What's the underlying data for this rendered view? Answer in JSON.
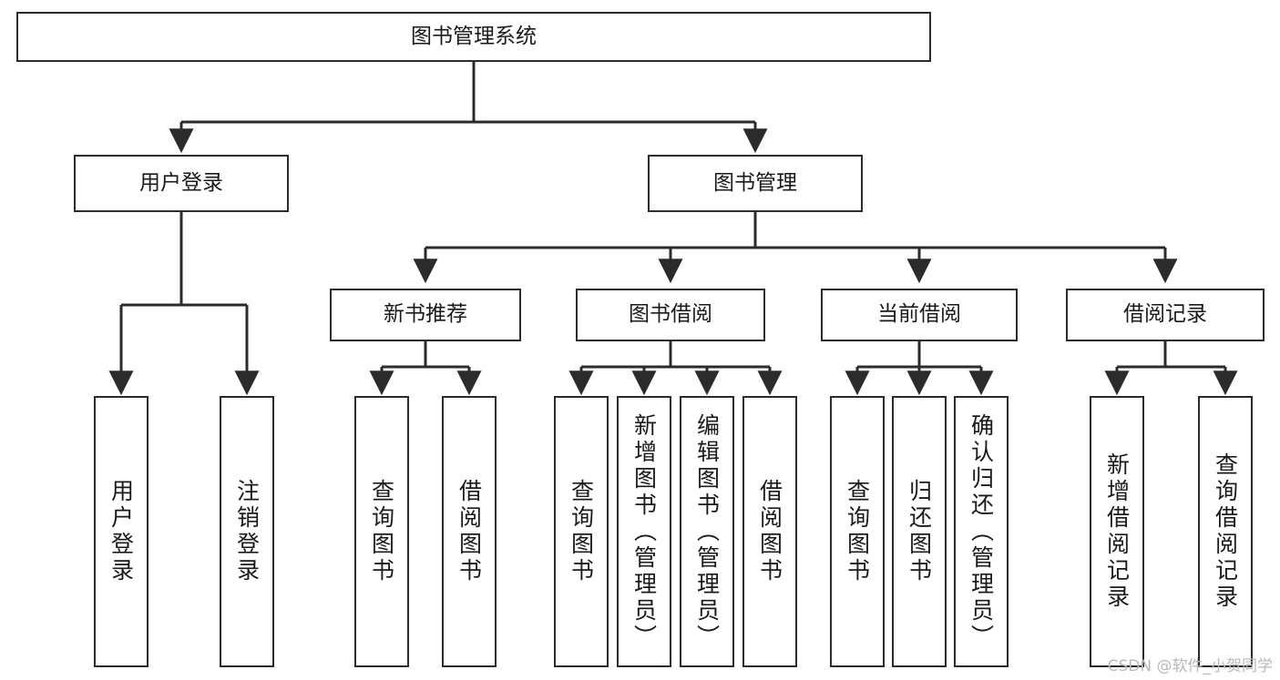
{
  "diagram": {
    "type": "tree-hierarchy-chart",
    "title": "图书管理系统",
    "line_color": "#2b2b2b",
    "box_fill": "#ffffff",
    "text_color": "#1a1a1a",
    "nodes": {
      "root": {
        "label": "图书管理系统"
      },
      "level2": [
        {
          "id": "user-login",
          "label": "用户登录"
        },
        {
          "id": "book-manage",
          "label": "图书管理"
        }
      ],
      "level3": [
        {
          "id": "new-book-recommend",
          "label": "新书推荐"
        },
        {
          "id": "book-borrow",
          "label": "图书借阅"
        },
        {
          "id": "current-borrow",
          "label": "当前借阅"
        },
        {
          "id": "borrow-record",
          "label": "借阅记录"
        }
      ],
      "leaves": {
        "user-login": [
          {
            "id": "leaf-user-login",
            "label": "用户登录"
          },
          {
            "id": "leaf-user-logout",
            "label": "注销登录"
          }
        ],
        "new-book-recommend": [
          {
            "id": "leaf-query-book-1",
            "label": "查询图书"
          },
          {
            "id": "leaf-borrow-book-1",
            "label": "借阅图书"
          }
        ],
        "book-borrow": [
          {
            "id": "leaf-query-book-2",
            "label": "查询图书"
          },
          {
            "id": "leaf-add-book",
            "label": "新增图书（管理员）"
          },
          {
            "id": "leaf-edit-book",
            "label": "编辑图书（管理员）"
          },
          {
            "id": "leaf-borrow-book-2",
            "label": "借阅图书"
          }
        ],
        "current-borrow": [
          {
            "id": "leaf-query-book-3",
            "label": "查询图书"
          },
          {
            "id": "leaf-return-book",
            "label": "归还图书"
          },
          {
            "id": "leaf-confirm-return",
            "label": "确认归还（管理员）"
          }
        ],
        "borrow-record": [
          {
            "id": "leaf-add-record",
            "label": "新增借阅记录"
          },
          {
            "id": "leaf-query-record",
            "label": "查询借阅记录"
          }
        ]
      }
    }
  },
  "watermark": {
    "text": "CSDN @软件_小贺同学"
  }
}
